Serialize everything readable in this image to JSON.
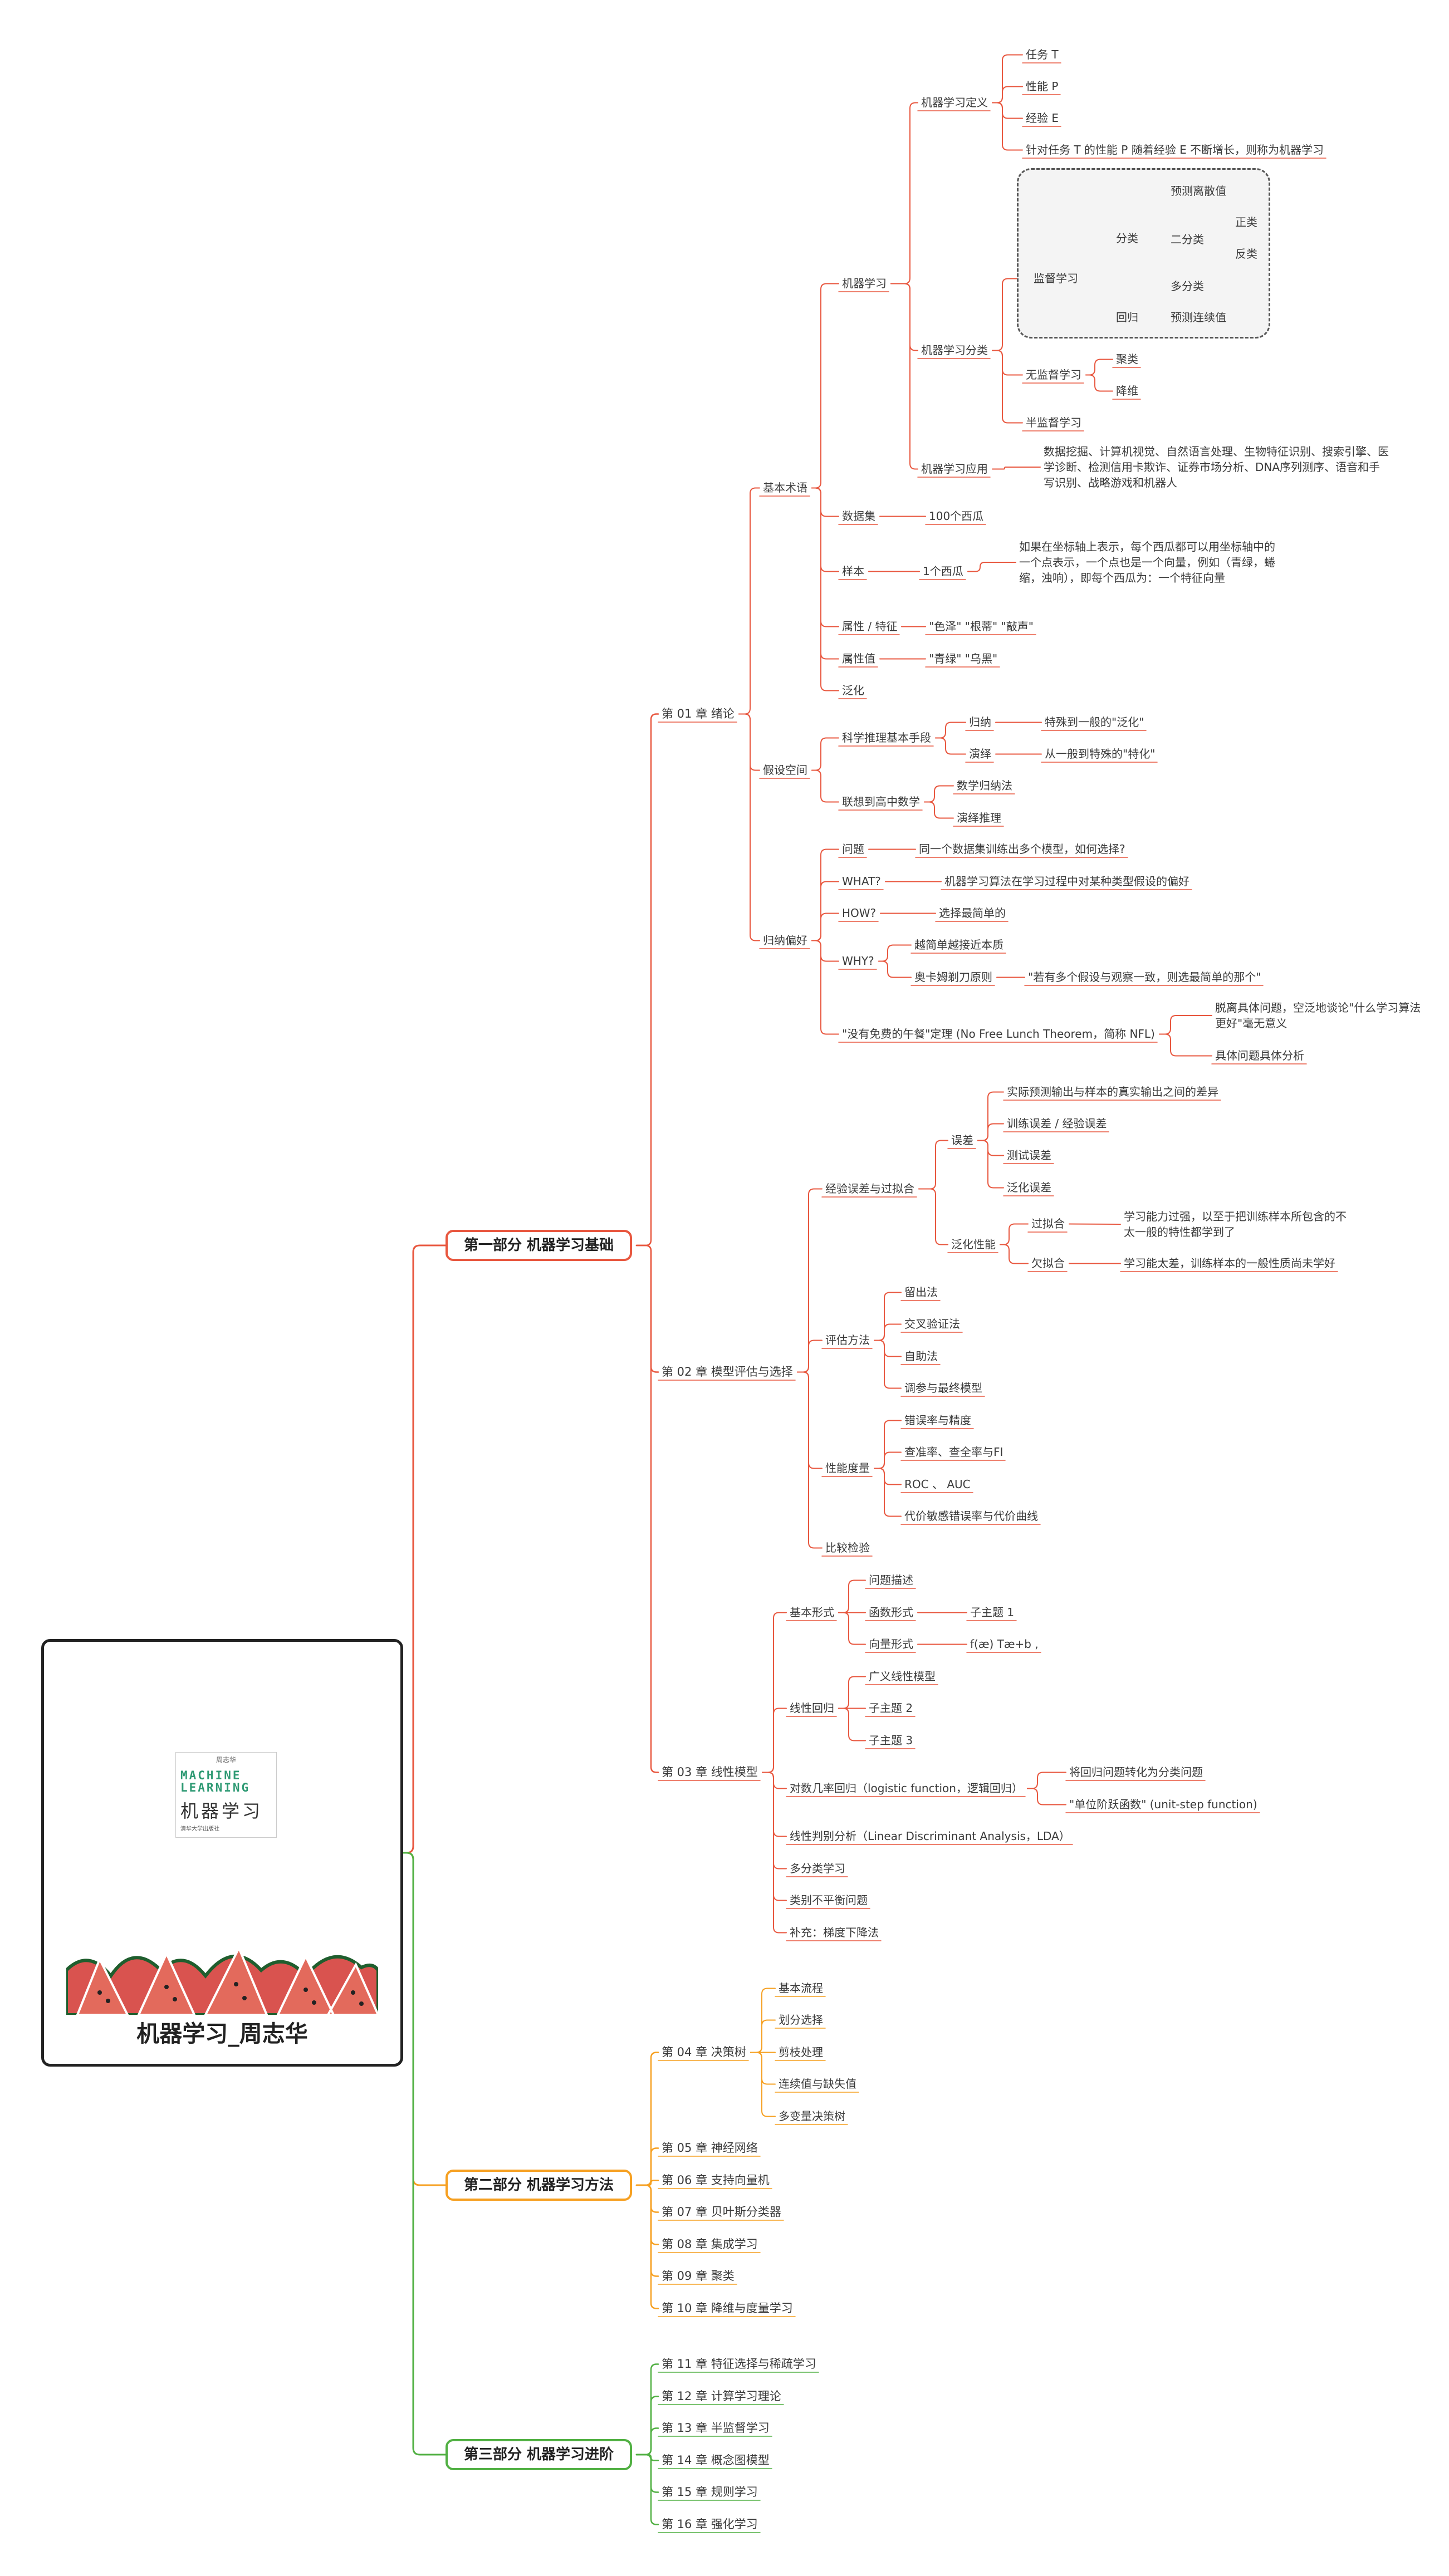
{
  "root": {
    "title": "机器学习_周志华",
    "cover": {
      "author": "周志华",
      "ml_line1": "MACHINE",
      "ml_line2": "LEARNING",
      "cn_title": "机器学习",
      "publisher": "清华大学出版社"
    }
  },
  "parts": {
    "p1": "第一部分 机器学习基础",
    "p2": "第二部分 机器学习方法",
    "p3": "第三部分 机器学习进阶"
  },
  "ch1": {
    "title": "第 01 章 绪论",
    "basic": {
      "label": "基本术语",
      "ml": {
        "label": "机器学习",
        "def": {
          "label": "机器学习定义",
          "task": "任务 T",
          "perf": "性能 P",
          "exp": "经验 E",
          "full": "针对任务 T 的性能 P 随着经验 E 不断增长，则称为机器学习"
        },
        "cls": {
          "label": "机器学习分类",
          "sup": "监督学习",
          "classify": "分类",
          "predict_discrete": "预测离散值",
          "binary": "二分类",
          "pos": "正类",
          "neg": "反类",
          "multi": "多分类",
          "regress": "回归",
          "predict_cont": "预测连续值",
          "unsup": "无监督学习",
          "cluster": "聚类",
          "dimred": "降维",
          "semi": "半监督学习"
        },
        "app": {
          "label": "机器学习应用",
          "text": "数据挖掘、计算机视觉、自然语言处理、生物特征识别、搜索引擎、医学诊断、检测信用卡欺诈、证券市场分析、DNA序列测序、语音和手写识别、战略游戏和机器人"
        }
      },
      "dataset": "数据集",
      "dataset_val": "100个西瓜",
      "sample": "样本",
      "sample_val": "1个西瓜",
      "sample_note": "如果在坐标轴上表示，每个西瓜都可以用坐标轴中的一个点表示，一个点也是一个向量，例如（青绿，蜷缩，浊响），即每个西瓜为：一个特征向量",
      "attr": "属性 / 特征",
      "attr_val": "\"色泽\" \"根蒂\" \"敲声\"",
      "attrval": "属性值",
      "attrval_val": "\"青绿\" \"乌黑\"",
      "general": "泛化"
    },
    "hyp": {
      "label": "假设空间",
      "sci": "科学推理基本手段",
      "induct": "归纳",
      "induct_val": "特殊到一般的\"泛化\"",
      "deduct": "演绎",
      "deduct_val": "从一般到特殊的\"特化\"",
      "math": "联想到高中数学",
      "math_ind": "数学归纳法",
      "math_ded": "演绎推理"
    },
    "bias": {
      "label": "归纳偏好",
      "problem": "问题",
      "problem_val": "同一个数据集训练出多个模型，如何选择?",
      "what": "WHAT?",
      "what_val": "机器学习算法在学习过程中对某种类型假设的偏好",
      "how": "HOW?",
      "how_val": "选择最简单的",
      "why": "WHY?",
      "why1": "越简单越接近本质",
      "why2": "奥卡姆剃刀原则",
      "why2_val": "\"若有多个假设与观察一致，则选最简单的那个\"",
      "nfl": "\"没有免费的午餐\"定理 (No Free Lunch Theorem，简称 NFL)",
      "nfl1": "脱离具体问题，空泛地谈论\"什么学习算法更好\"毫无意义",
      "nfl2": "具体问题具体分析"
    }
  },
  "ch2": {
    "title": "第 02 章 模型评估与选择",
    "err": {
      "label": "经验误差与过拟合",
      "error": "误差",
      "e1": "实际预测输出与样本的真实输出之间的差异",
      "e2": "训练误差 / 经验误差",
      "e3": "测试误差",
      "e4": "泛化误差",
      "gen": "泛化性能",
      "over": "过拟合",
      "over_val": "学习能力过强，以至于把训练样本所包含的不太一般的特性都学到了",
      "under": "欠拟合",
      "under_val": "学习能太差，训练样本的一般性质尚未学好"
    },
    "eval": {
      "label": "评估方法",
      "m1": "留出法",
      "m2": "交叉验证法",
      "m3": "自助法",
      "m4": "调参与最终模型"
    },
    "perf": {
      "label": "性能度量",
      "p1": "错误率与精度",
      "p2": "查准率、查全率与FI",
      "p3": "ROC 、 AUC",
      "p4": "代价敏感错误率与代价曲线"
    },
    "test": "比较检验"
  },
  "ch3": {
    "title": "第 03 章 线性模型",
    "basic": {
      "label": "基本形式",
      "desc": "问题描述",
      "func": "函数形式",
      "func_sub": "子主题 1",
      "vec": "向量形式",
      "vec_val": "f(æ) Tæ+b ,"
    },
    "linreg": {
      "label": "线性回归",
      "s1": "广义线性模型",
      "s2": "子主题 2",
      "s3": "子主题 3"
    },
    "logit": {
      "label": "对数几率回归（logistic function，逻辑回归）",
      "s1": "将回归问题转化为分类问题",
      "s2": "\"单位阶跃函数\" (unit-step function)"
    },
    "lda": "线性判别分析（Linear Discriminant Analysis，LDA）",
    "multi": "多分类学习",
    "imb": "类别不平衡问题",
    "grad": "补充：梯度下降法"
  },
  "ch4": {
    "title": "第 04 章 决策树",
    "s1": "基本流程",
    "s2": "划分选择",
    "s3": "剪枝处理",
    "s4": "连续值与缺失值",
    "s5": "多变量决策树"
  },
  "p2_chapters": [
    "第 05 章 神经网络",
    "第 06 章 支持向量机",
    "第 07 章 贝叶斯分类器",
    "第 08 章 集成学习",
    "第 09 章 聚类",
    "第 10 章 降维与度量学习"
  ],
  "p3_chapters": [
    "第 11 章 特征选择与稀疏学习",
    "第 12 章 计算学习理论",
    "第 13 章 半监督学习",
    "第 14 章 概念图模型",
    "第 15 章 规则学习",
    "第 16 章 强化学习"
  ],
  "colors": {
    "red": "#e8573f",
    "orange": "#f6a021",
    "green": "#51b043",
    "text": "#3a3a3a"
  }
}
